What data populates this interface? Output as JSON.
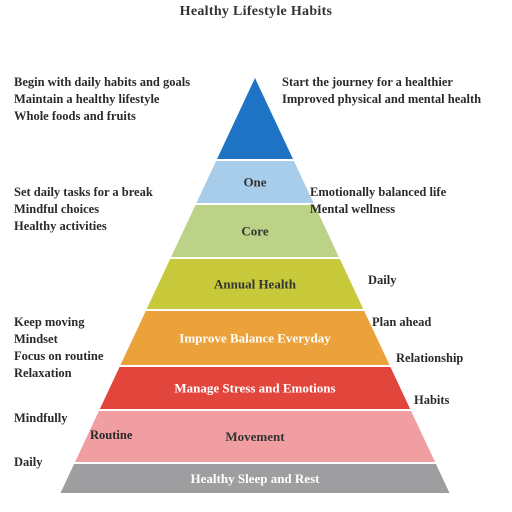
{
  "title": "Healthy Lifestyle Habits",
  "tiers": [
    {
      "label": "",
      "color": "#1e73c4"
    },
    {
      "label": "One",
      "color": "#a7cdea"
    },
    {
      "label": "Core",
      "color": "#bcd287"
    },
    {
      "label": "Annual Health",
      "color": "#c7c83a"
    },
    {
      "label": "Improve Balance Everyday",
      "color": "#eba23a"
    },
    {
      "label": "Manage Stress and Emotions",
      "color": "#e2453b"
    },
    {
      "label": "Movement",
      "color": "#f09ea2"
    },
    {
      "label": "Healthy Sleep and Rest",
      "color": "#9e9ea0"
    }
  ],
  "left_notes": {
    "block1": [
      "Begin with daily habits and goals",
      "Maintain a healthy lifestyle",
      "Whole foods and fruits"
    ],
    "block2": [
      "Set daily tasks for a break",
      "Mindful choices",
      "Healthy activities"
    ],
    "block3": [
      "Keep moving",
      "Mindset",
      "Focus on routine",
      "Relaxation"
    ],
    "block4": [
      "Mindfully"
    ],
    "block5": [
      "Daily"
    ]
  },
  "right_notes": {
    "block1": [
      "Start the journey for a healthier",
      "Improved physical and mental health"
    ],
    "block2": [
      "Emotionally balanced life",
      "Mental wellness"
    ],
    "block3": [
      "Daily"
    ],
    "block4": [
      "Plan ahead"
    ],
    "block5": [
      "Relationship"
    ],
    "block6": [
      "Habits"
    ]
  },
  "overlay_label": "Routine"
}
